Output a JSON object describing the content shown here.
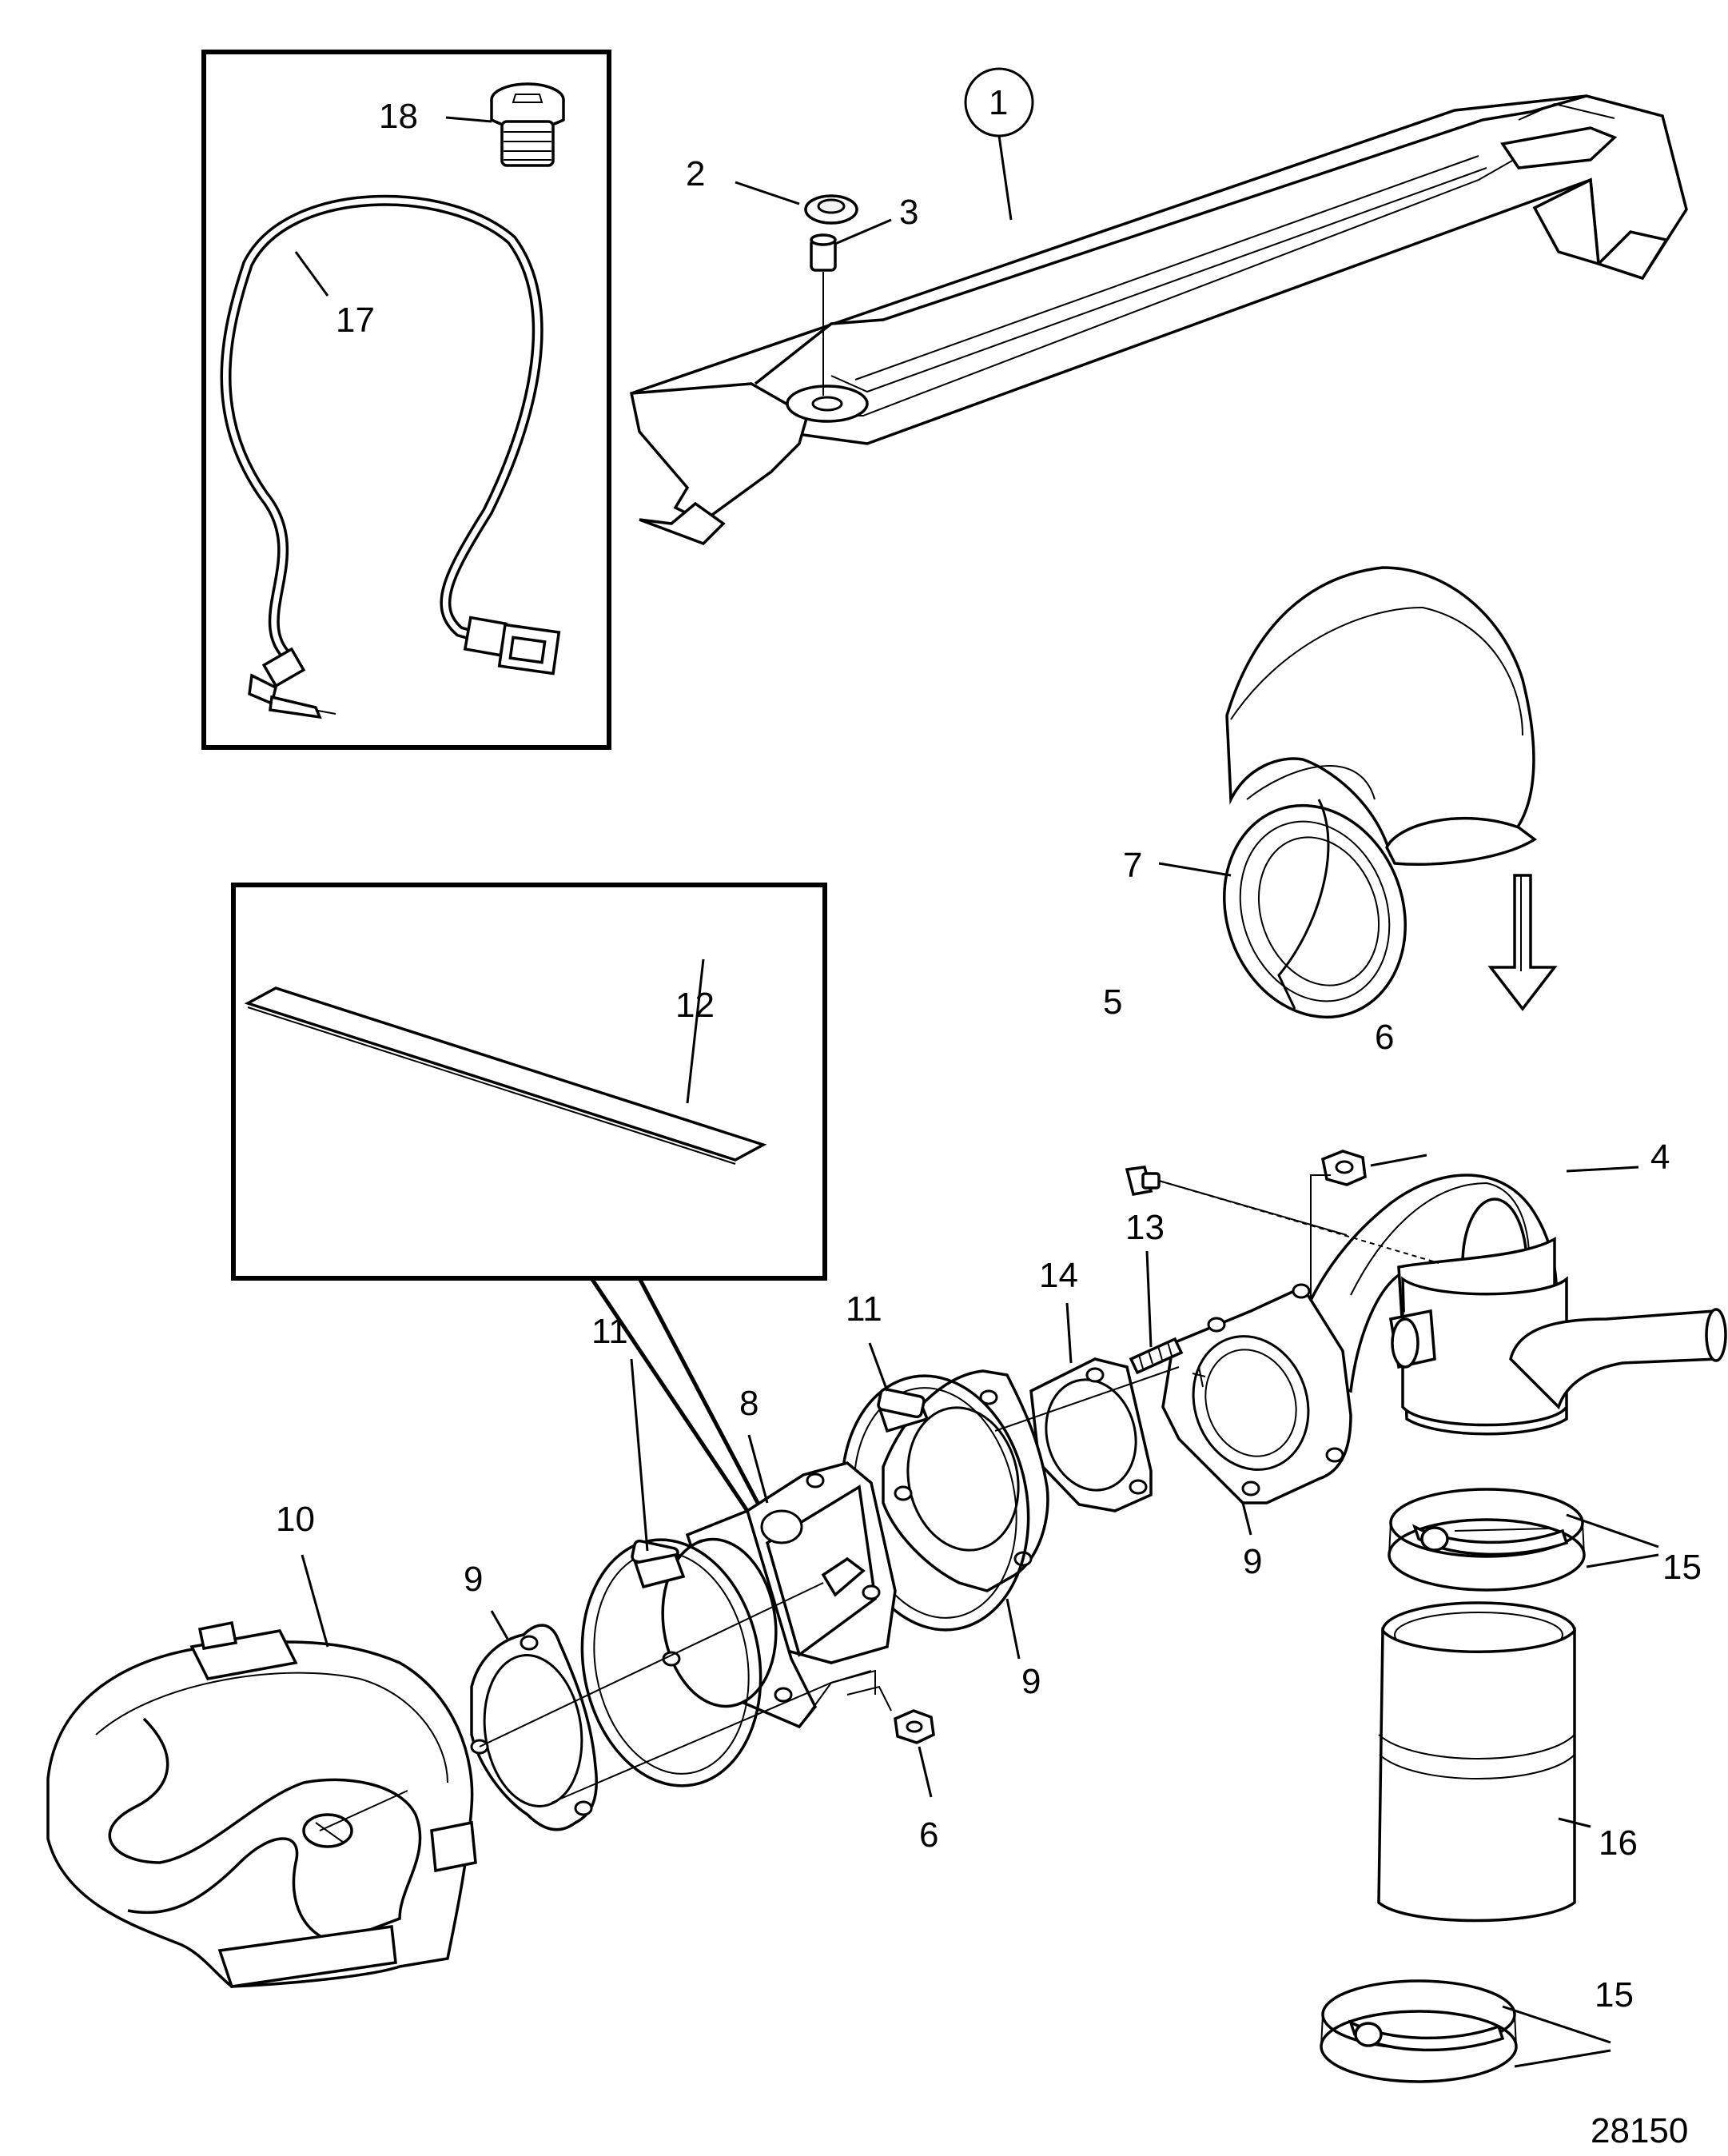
{
  "diagram": {
    "drawing_number": "28150",
    "callouts": [
      {
        "id": "1",
        "text": "1"
      },
      {
        "id": "2",
        "text": "2"
      },
      {
        "id": "3",
        "text": "3"
      },
      {
        "id": "4",
        "text": "4"
      },
      {
        "id": "5",
        "text": "5"
      },
      {
        "id": "6a",
        "text": "6"
      },
      {
        "id": "6b",
        "text": "6"
      },
      {
        "id": "7",
        "text": "7"
      },
      {
        "id": "8",
        "text": "8"
      },
      {
        "id": "9a",
        "text": "9"
      },
      {
        "id": "9b",
        "text": "9"
      },
      {
        "id": "9c",
        "text": "9"
      },
      {
        "id": "10",
        "text": "10"
      },
      {
        "id": "11a",
        "text": "11"
      },
      {
        "id": "11b",
        "text": "11"
      },
      {
        "id": "12",
        "text": "12"
      },
      {
        "id": "13",
        "text": "13"
      },
      {
        "id": "14",
        "text": "14"
      },
      {
        "id": "15a",
        "text": "15"
      },
      {
        "id": "15b",
        "text": "15"
      },
      {
        "id": "16",
        "text": "16"
      },
      {
        "id": "17",
        "text": "17"
      },
      {
        "id": "18",
        "text": "18"
      }
    ]
  }
}
